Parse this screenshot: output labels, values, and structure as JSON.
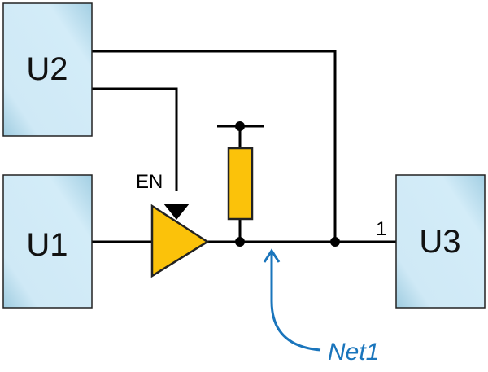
{
  "diagram": {
    "type": "schematic",
    "blocks": [
      {
        "id": "U2",
        "label": "U2"
      },
      {
        "id": "U1",
        "label": "U1"
      },
      {
        "id": "U3",
        "label": "U3"
      }
    ],
    "buffer": {
      "enable_label": "EN"
    },
    "pin_label": "1",
    "net_label": "Net1",
    "colors": {
      "block_fill_light": "#d3ecf8",
      "block_fill_dark": "#9ccbe0",
      "component_fill": "#fbc20a",
      "wire": "#000000",
      "annotation": "#1a75bc"
    }
  }
}
